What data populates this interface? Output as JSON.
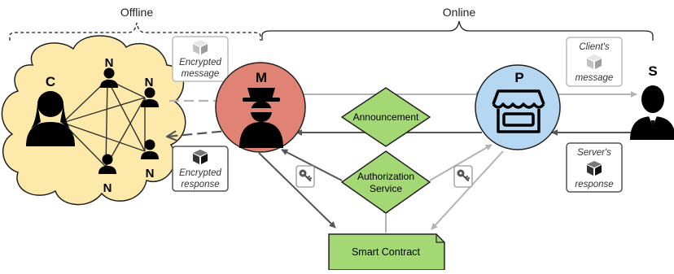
{
  "brackets": {
    "offline_label": "Offline",
    "online_label": "Online"
  },
  "cloud": {
    "client_letter": "C",
    "node_letter_1": "N",
    "node_letter_2": "N",
    "node_letter_3": "N",
    "node_letter_4": "N"
  },
  "nodes": {
    "middleman_letter": "M",
    "provider_letter": "P",
    "server_letter": "S"
  },
  "labels": {
    "encrypted_message_line1": "Encrypted",
    "encrypted_message_line2": "message",
    "encrypted_response_line1": "Encrypted",
    "encrypted_response_line2": "response",
    "clients_message_line1": "Client's",
    "clients_message_line2": "message",
    "servers_response_line1": "Server's",
    "servers_response_line2": "response"
  },
  "diamonds": {
    "announcement": "Announcement",
    "authorization_line1": "Authorization",
    "authorization_line2": "Service"
  },
  "contract": {
    "label": "Smart Contract"
  },
  "colors": {
    "cloud_fill": "#fde9a9",
    "middleman_fill": "#e08274",
    "provider_fill": "#b5d7f2",
    "diamond_fill": "#a4d874",
    "contract_fill": "#a4d874",
    "arrow_light": "#b3b3b3",
    "arrow_dark": "#555555"
  },
  "icons": [
    "person-icon",
    "spy-icon",
    "store-icon",
    "businessman-icon",
    "package-icon",
    "key-icon"
  ]
}
